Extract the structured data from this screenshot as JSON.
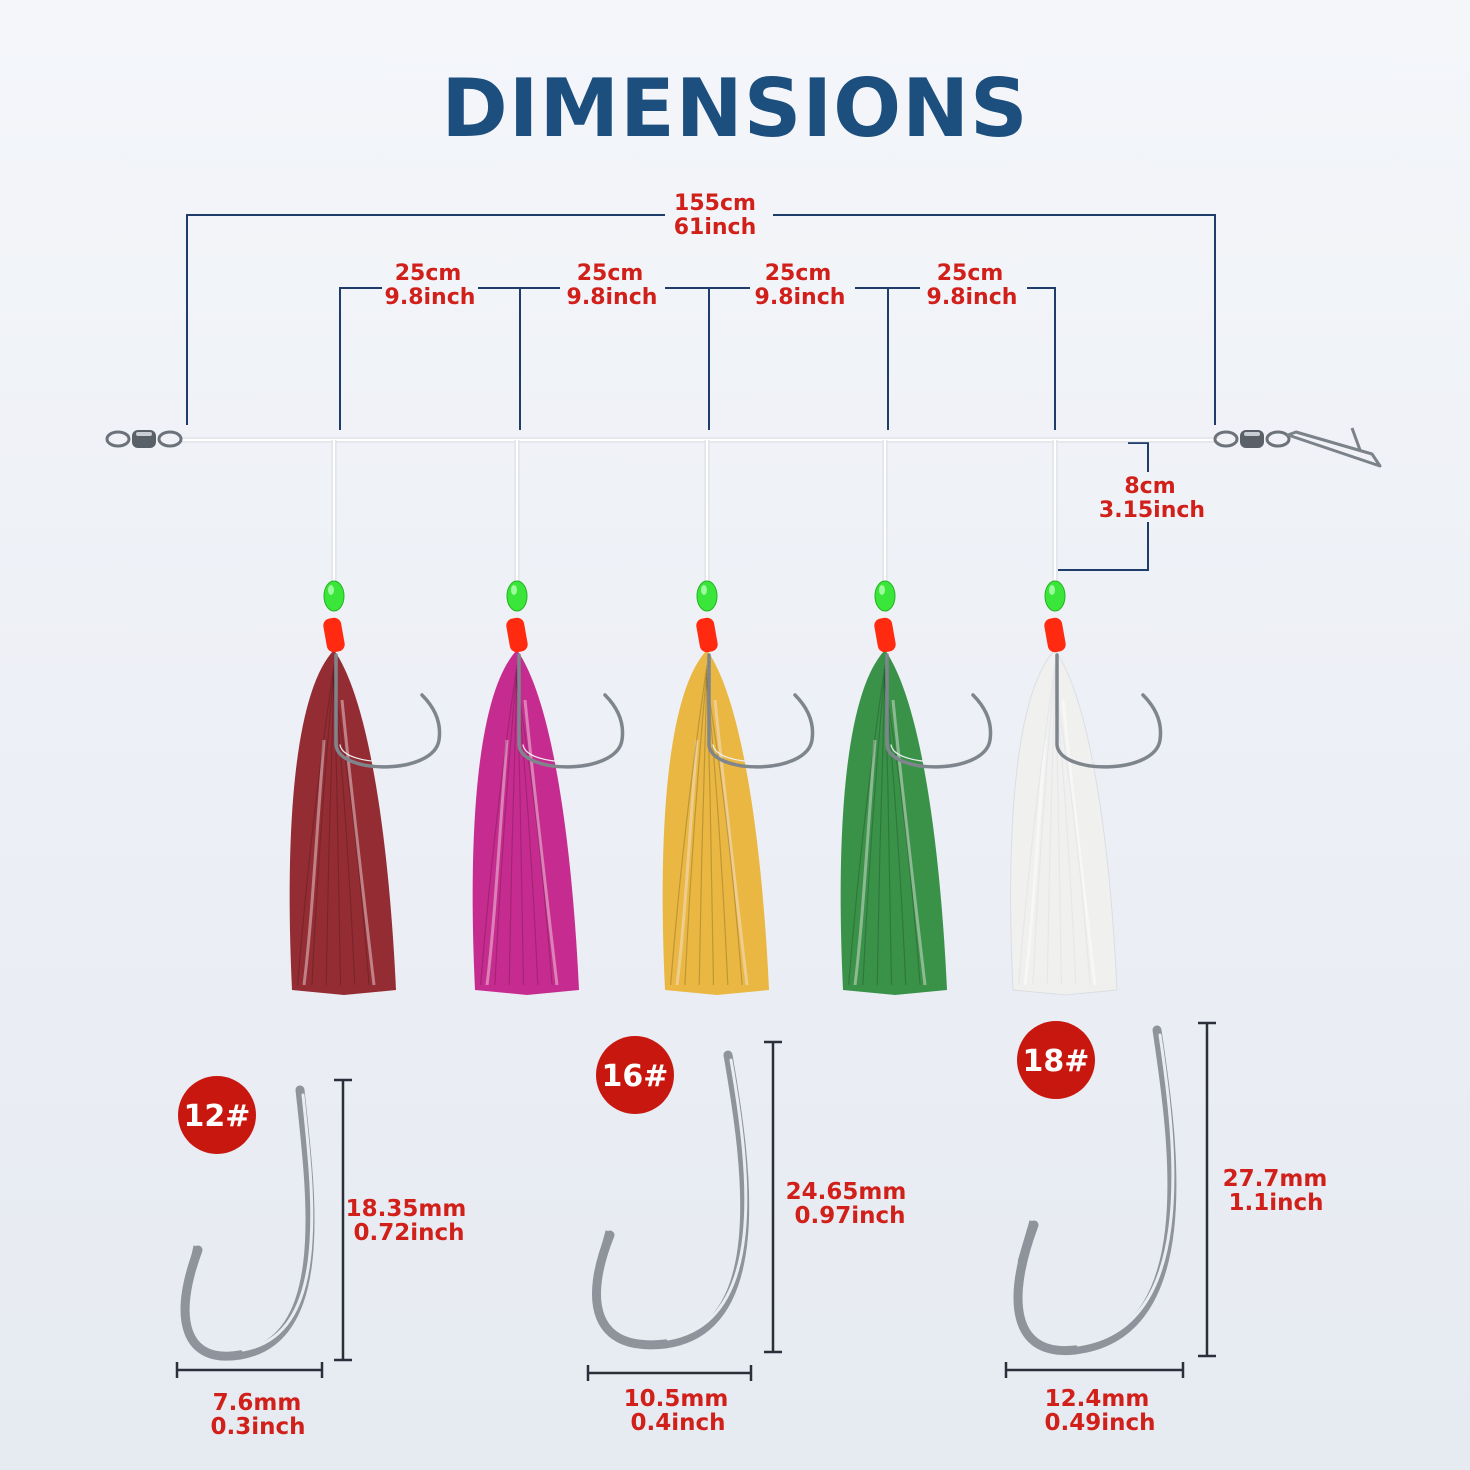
{
  "title": "DIMENSIONS",
  "overall": {
    "cm": "155cm",
    "inch": "61inch"
  },
  "spacing": [
    {
      "cm": "25cm",
      "inch": "9.8inch"
    },
    {
      "cm": "25cm",
      "inch": "9.8inch"
    },
    {
      "cm": "25cm",
      "inch": "9.8inch"
    },
    {
      "cm": "25cm",
      "inch": "9.8inch"
    }
  ],
  "dropper": {
    "cm": "8cm",
    "inch": "3.15inch"
  },
  "feather_colors": [
    "#8c1c22",
    "#c21b86",
    "#e8b232",
    "#2a8a3a",
    "#f1f1ee"
  ],
  "bead_colors": {
    "float": "#39e639",
    "sleeve": "#ff2a10"
  },
  "hooks": [
    {
      "size": "12#",
      "length_mm": "18.35mm",
      "length_inch": "0.72inch",
      "gap_mm": "7.6mm",
      "gap_inch": "0.3inch"
    },
    {
      "size": "16#",
      "length_mm": "24.65mm",
      "length_inch": "0.97inch",
      "gap_mm": "10.5mm",
      "gap_inch": "0.4inch"
    },
    {
      "size": "18#",
      "length_mm": "27.7mm",
      "length_inch": "1.1inch",
      "gap_mm": "12.4mm",
      "gap_inch": "0.49inch"
    }
  ],
  "accent_color": "#d1201a",
  "title_color": "#1d4f7e"
}
